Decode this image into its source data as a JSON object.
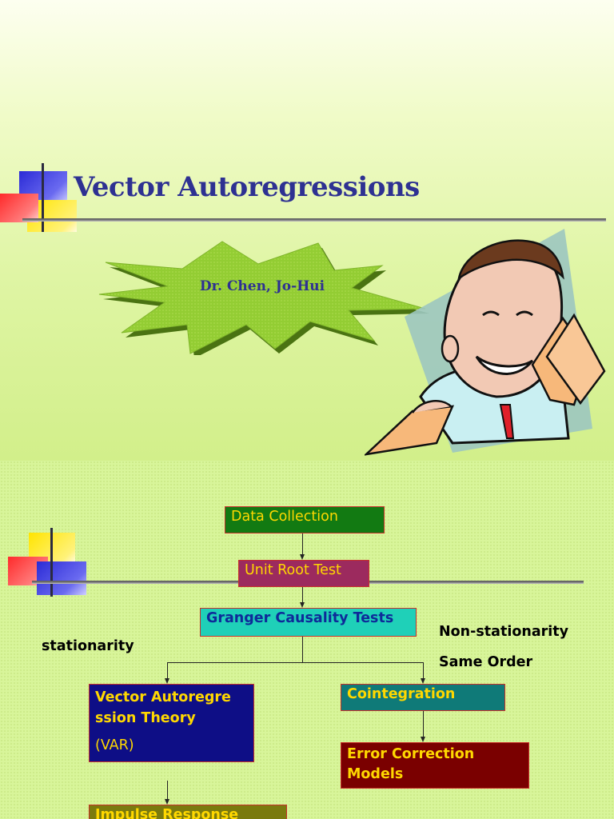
{
  "slide1": {
    "title": "Vector Autoregressions",
    "author": "Dr. Chen, Jo-Hui",
    "burst_color": "#8ac52a",
    "title_color": "#2e3192"
  },
  "slide2": {
    "nodes": {
      "data_collection": "Data Collection",
      "unit_root_test": "Unit Root Test",
      "granger": "Granger Causality Tests",
      "var_line1": "Vector Autoregre",
      "var_line2": "ssion Theory",
      "var_line3": "(VAR)",
      "cointegration": "Cointegration",
      "ecm_line1": "Error Correction",
      "ecm_line2": "Models",
      "impulse": "Impulse Response"
    },
    "labels": {
      "stationarity": "stationarity",
      "non_stationarity": "Non-stationarity",
      "same_order": "Same Order"
    },
    "colors": {
      "data_collection": "#127a12",
      "unit_root_test": "#9c2a5e",
      "granger": "#1fd0b8",
      "var": "#0e0e86",
      "cointegration": "#0f7a78",
      "ecm": "#7a0000",
      "impulse": "#7a7a0e",
      "yellow_text": "#ffd800"
    }
  }
}
